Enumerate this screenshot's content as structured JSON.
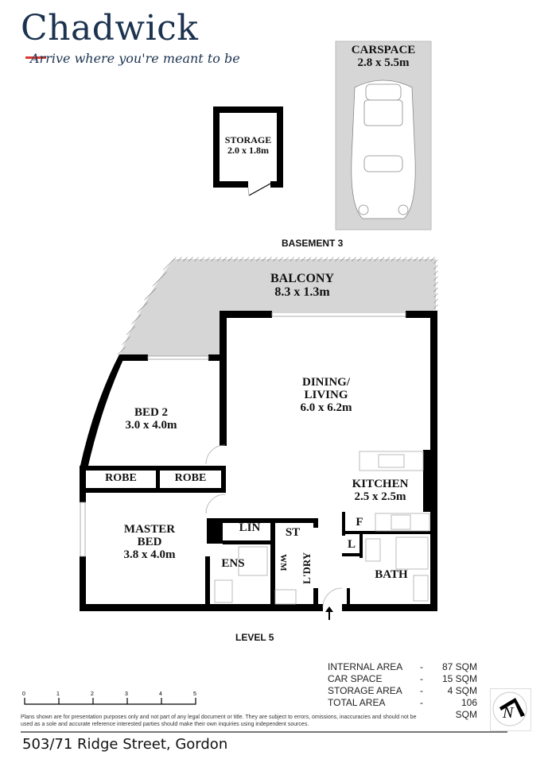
{
  "brand": {
    "name": "Chadwick",
    "tagline": "Arrive where you're meant to be",
    "accent_color": "#d93a32",
    "text_color": "#1c3350"
  },
  "basement": {
    "label": "BASEMENT 3",
    "storage": {
      "name": "STORAGE",
      "size": "2.0 x 1.8m"
    },
    "carspace": {
      "name": "CARSPACE",
      "size": "2.8 x 5.5m"
    }
  },
  "level": {
    "label": "LEVEL 5",
    "rooms": {
      "balcony": {
        "name": "BALCONY",
        "size": "8.3 x 1.3m"
      },
      "dining": {
        "name1": "DINING/",
        "name2": "LIVING",
        "size": "6.0 x 6.2m"
      },
      "bed2": {
        "name": "BED 2",
        "size": "3.0 x 4.0m"
      },
      "robe1": {
        "name": "ROBE"
      },
      "robe2": {
        "name": "ROBE"
      },
      "master": {
        "name1": "MASTER",
        "name2": "BED",
        "size": "3.8 x 4.0m"
      },
      "kitchen": {
        "name": "KITCHEN",
        "size": "2.5 x 2.5m"
      },
      "lin": {
        "name": "LIN"
      },
      "st": {
        "name": "ST"
      },
      "ens": {
        "name": "ENS"
      },
      "wm": {
        "name": "WM"
      },
      "ldry": {
        "name": "L'DRY"
      },
      "f": {
        "name": "F"
      },
      "l": {
        "name": "L"
      },
      "bath": {
        "name": "BATH"
      }
    }
  },
  "areas": [
    {
      "label": "INTERNAL AREA",
      "dash": "-",
      "value": "87 SQM"
    },
    {
      "label": "CAR SPACE",
      "dash": "-",
      "value": "15 SQM"
    },
    {
      "label": "STORAGE AREA",
      "dash": "-",
      "value": "4 SQM"
    },
    {
      "label": "TOTAL AREA",
      "dash": "-",
      "value": "106 SQM"
    }
  ],
  "scale": {
    "ticks": [
      "0",
      "1",
      "2",
      "3",
      "4",
      "5"
    ]
  },
  "north": {
    "label": "N"
  },
  "disclaimer": "Plans shown are for presentation purposes only and not part of any legal document or title. They are subject to errors, omissions, inaccuracies and should not be used as a sole and accurate reference interested parties should make their own inquiries using independent sources.",
  "address": "503/71 Ridge Street, Gordon"
}
